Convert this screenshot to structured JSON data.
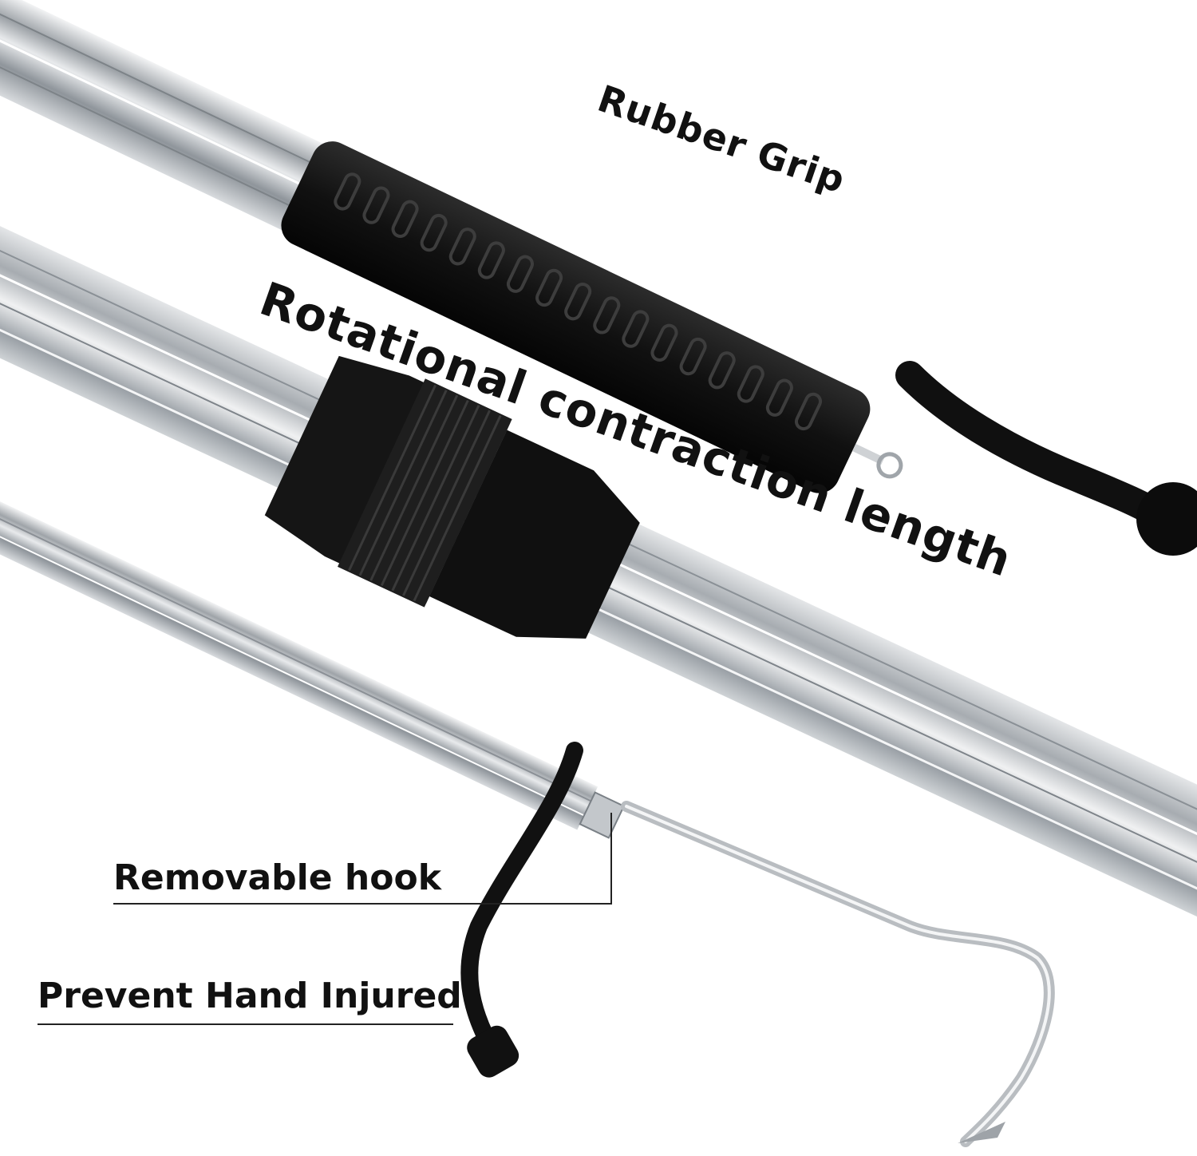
{
  "labels": {
    "rubber_grip": "Rubber Grip",
    "rotational": "Rotational contraction length",
    "removable_hook": "Removable hook",
    "prevent_injury": "Prevent Hand Injured"
  },
  "colors": {
    "background": "#ffffff",
    "text": "#111111",
    "aluminum": "#c9ccd0",
    "rubber": "#141414",
    "hook_steel": "#b8bcc0"
  }
}
